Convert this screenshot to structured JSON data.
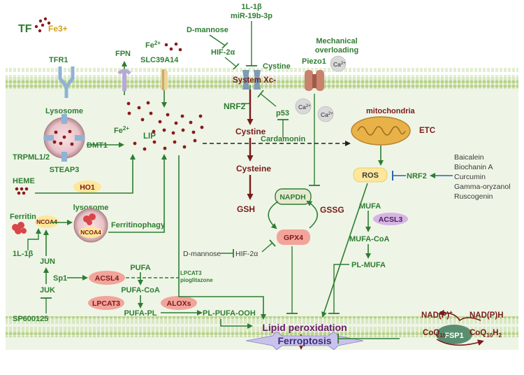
{
  "extracellular": {
    "tf": "TF",
    "fe3": "Fe3+",
    "tfr1": "TFR1",
    "fpn": "FPN",
    "fe2_a": "Fe",
    "fe2_a_sup": "2+",
    "slc39a14": "SLC39A14",
    "d_mannose_top": "D-mannose",
    "hif2a_top": "HIF-2α",
    "il1b_top": "1L-1β",
    "mir19b": "miR-19b-3p",
    "mechanical_1": "Mechanical",
    "mechanical_2": "overloading",
    "piezo1": "Piezo1",
    "ca_ext": "Ca",
    "ca_sup": "2+"
  },
  "membrane": {
    "system_xc": "System Xc-",
    "cystine_in": "Cystine"
  },
  "cytoplasm": {
    "lysosome_top": "Lysosome",
    "trpml12": "TRPML1/2",
    "steap3": "STEAP3",
    "dmt1": "DMT1",
    "fe2_lip": "Fe",
    "fe2_lip_sup": "2+",
    "lip": "LIP",
    "heme": "HEME",
    "ho1": "HO1",
    "nrf2_center": "NRF2",
    "p53": "p53",
    "ca_in": "Ca",
    "cystine": "Cystine",
    "cardamonin": "Cardamonin",
    "mitochondria": "mitochondria",
    "etc": "ETC",
    "cysteine": "Cysteine",
    "gsh": "GSH",
    "napdh": "NAPDH",
    "gssg": "GSSG",
    "gpx4": "GPX4",
    "d_mannose_mid": "D-mannose",
    "hif2a_mid": "HIF-2α",
    "ros": "ROS",
    "nrf2_right": "NRF2",
    "inhibitors": [
      "Baicalein",
      "Biochanin A",
      "Curcumin",
      "Gamma-oryzanol",
      "Ruscogenin"
    ],
    "mufa": "MUFA",
    "acsl3": "ACSL3",
    "mufa_coa": "MUFA-CoA",
    "pl_mufa": "PL-MUFA",
    "ferritin": "Ferritin",
    "ncoa4_a": "NCOA4",
    "lysosome_small": "lysosome",
    "ncoa4_b": "NCOA4",
    "ferritinophagy": "Ferritinophagy",
    "il1b_left": "1L-1β",
    "jun": "JUN",
    "sp1": "Sp1",
    "acsl4": "ACSL4",
    "pufa": "PUFA",
    "lpcat3_pio_1": "LPCAT3",
    "lpcat3_pio_2": "pioglitazone",
    "pufa_coa": "PUFA-CoA",
    "juk": "JUK",
    "lpcat3": "LPCAT3",
    "alox": "ALOXs",
    "pufa_pl": "PUFA-PL",
    "pl_pufa_ooh": "PL-PUFA-OOH",
    "sp600125": "SP600125"
  },
  "bottom": {
    "lipid_peroxidation": "Lipid peroxidation",
    "ferroptosis": "Ferroptosis",
    "nadp_plus": "NAD(P)",
    "nadp_plus_sup": "+",
    "nadph": "NAD(P)H",
    "coq10": "CoQ",
    "coq10_sub": "10",
    "coq10h2": "CoQ",
    "coq10h2_sub": "10",
    "coq10h2_tail": "H",
    "coq10h2_sub2": "2",
    "fsp1": "FSP1"
  },
  "colors": {
    "green": "#2e7d32",
    "darkred": "#7b1a1a",
    "cell": "#eef5e6",
    "membrane": "#c9dfa8",
    "salmon": "#f2a49a",
    "yellow": "#fde79a",
    "lavender": "#d6b4e4",
    "blue": "#2a62b8"
  }
}
